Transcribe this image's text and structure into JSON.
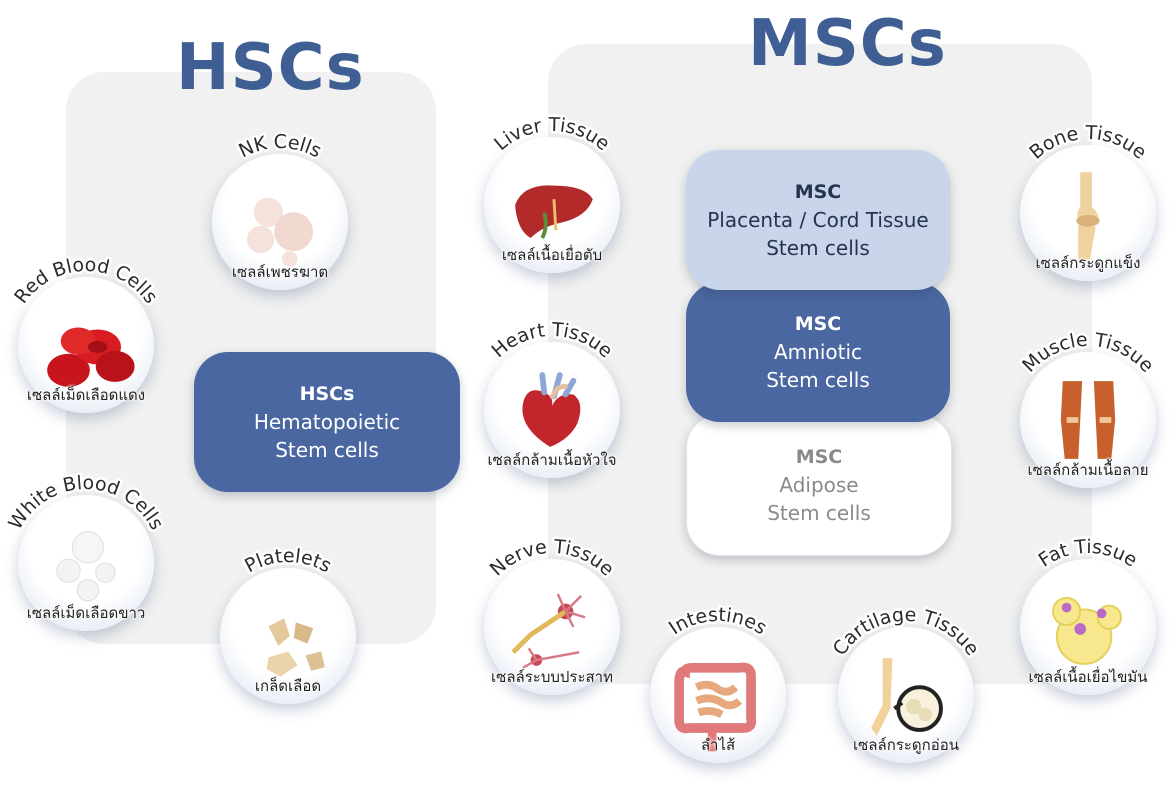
{
  "titles": {
    "hsc": "HSCs",
    "msc": "MSCs"
  },
  "hsc_box": {
    "line1": "HSCs",
    "line2": "Hematopoietic",
    "line3": "Stem cells"
  },
  "msc_boxes": [
    {
      "line1": "MSC",
      "line2": "Placenta / Cord Tissue",
      "line3": "Stem cells"
    },
    {
      "line1": "MSC",
      "line2": "Amniotic",
      "line3": "Stem cells"
    },
    {
      "line1": "MSC",
      "line2": "Adipose",
      "line3": "Stem cells"
    }
  ],
  "hsc_nodes": [
    {
      "label": "NK Cells",
      "thai": "เซลล์เพชรฆาต",
      "icon": "nk-cells-icon"
    },
    {
      "label": "Red Blood Cells",
      "thai": "เซลล์เม็ดเลือดแดง",
      "icon": "red-blood-cells-icon"
    },
    {
      "label": "White Blood Cells",
      "thai": "เซลล์เม็ดเลือดขาว",
      "icon": "white-blood-cells-icon"
    },
    {
      "label": "Platelets",
      "thai": "เกล็ดเลือด",
      "icon": "platelets-icon"
    }
  ],
  "msc_nodes": [
    {
      "label": "Liver Tissue",
      "thai": "เซลล์เนื้อเยื่อตับ",
      "icon": "liver-icon"
    },
    {
      "label": "Heart Tissue",
      "thai": "เซลล์กล้ามเนื้อหัวใจ",
      "icon": "heart-icon"
    },
    {
      "label": "Nerve Tissue",
      "thai": "เซลล์ระบบประสาท",
      "icon": "neuron-icon"
    },
    {
      "label": "Intestines",
      "thai": "ลำไส้",
      "icon": "intestines-icon"
    },
    {
      "label": "Cartilage Tissue",
      "thai": "เซลล์กระดูกอ่อน",
      "icon": "cartilage-icon"
    },
    {
      "label": "Bone Tissue",
      "thai": "เซลล์กระดูกแข็ง",
      "icon": "bone-icon"
    },
    {
      "label": "Muscle Tissue",
      "thai": "เซลล์กล้ามเนื้อลาย",
      "icon": "muscle-icon"
    },
    {
      "label": "Fat Tissue",
      "thai": "เซลล์เนื้อเยื่อไขมัน",
      "icon": "fat-cells-icon"
    }
  ],
  "colors": {
    "title": "#3f5f94",
    "dark_box": "#4a67a1",
    "light_box": "#c9d5ea",
    "white_box": "#ffffff",
    "panel": "#f0f1f0"
  }
}
